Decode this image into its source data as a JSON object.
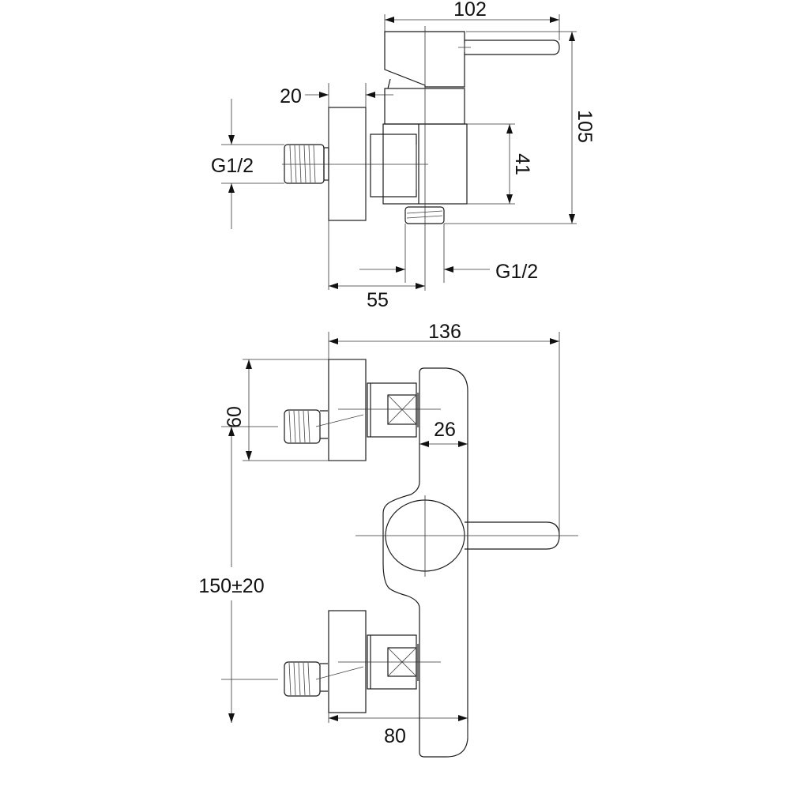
{
  "drawing": {
    "side_view": {
      "dim_overall_depth": "102",
      "dim_height": "105",
      "dim_body_height": "41",
      "dim_plate_thickness": "20",
      "dim_inlet_thread": "G1/2",
      "dim_outlet_thread": "G1/2",
      "dim_outlet_offset": "55"
    },
    "front_view": {
      "dim_overall_projection": "136",
      "dim_plate_diameter": "60",
      "dim_body_width": "26",
      "dim_inlet_spacing": "150±20",
      "dim_outlet_projection": "80"
    }
  },
  "colors": {
    "line": "#1a1a1a",
    "background": "#ffffff"
  }
}
